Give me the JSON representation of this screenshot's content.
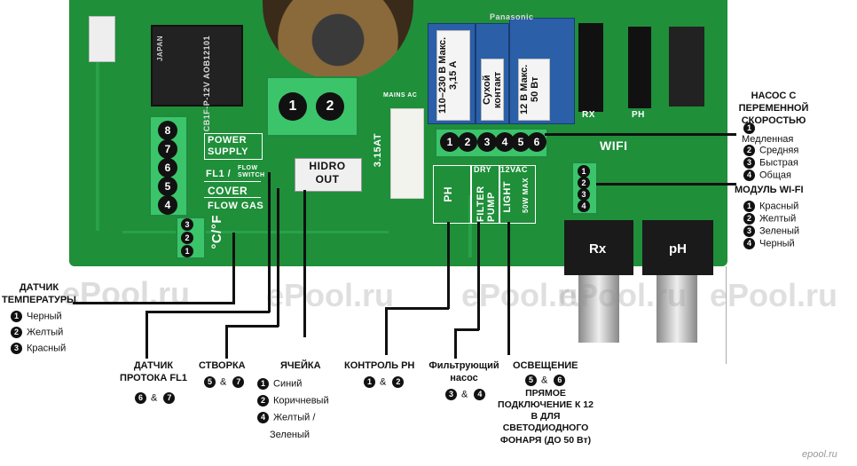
{
  "board": {
    "power_supply": "POWER SUPPLY",
    "fl1": "FL1 /",
    "flow_switch": "FLOW SWITCH",
    "cover": "COVER",
    "flow_gas": "FLOW GAS",
    "hidro_out": "HIDRO OUT",
    "fuse_label": "3.15AT",
    "mains_ac": "MAINS AC",
    "ph": "PH",
    "dry": "DRY",
    "vac": "12VAC",
    "filter_pump": "FILTER PUMP",
    "light": "LIGHT",
    "max50w": "50W MAX",
    "wifi": "WIFI",
    "rx": "RX",
    "ph_header": "PH",
    "bnc_rx": "Rx",
    "bnc_ph": "pH",
    "celsius": "°C/°F",
    "relay_black_1": "CB1F-P-12V AOB12101",
    "relay_text_1": "110–230 В Макс. 3,15 А",
    "relay_text_2": "Сухой контакт",
    "relay_text_3": "12 В Макс. 50 Вт",
    "panasonic": "Panasonic",
    "japan": "JAPAN",
    "hidro_pins": [
      "1",
      "2"
    ],
    "out_pins": [
      "1",
      "2",
      "3",
      "4",
      "5",
      "6"
    ],
    "left_pins": [
      "8",
      "7",
      "6",
      "5",
      "4"
    ],
    "temp_pins": [
      "3",
      "2",
      "1"
    ],
    "wifi_pins": [
      "1",
      "2",
      "3",
      "4"
    ]
  },
  "watermarks": [
    "ePool.ru",
    "ePool.ru",
    "ePool.ru",
    "ePool.ru",
    "ePool.ru"
  ],
  "corner_logo": "epool.ru",
  "pump": {
    "title": "НАСОС С ПЕРЕМЕННОЙ СКОРОСТЬЮ",
    "items": [
      {
        "n": "1",
        "text": "Медленная"
      },
      {
        "n": "2",
        "text": "Средняя"
      },
      {
        "n": "3",
        "text": "Быстрая"
      },
      {
        "n": "4",
        "text": "Общая"
      }
    ]
  },
  "wifi_module": {
    "title": "МОДУЛЬ WI-FI",
    "items": [
      {
        "n": "1",
        "text": "Красный"
      },
      {
        "n": "2",
        "text": "Желтый"
      },
      {
        "n": "3",
        "text": "Зеленый"
      },
      {
        "n": "4",
        "text": "Черный"
      }
    ]
  },
  "temp_sensor": {
    "title": "ДАТЧИК ТЕМПЕРАТУРЫ",
    "items": [
      {
        "n": "1",
        "text": "Черный"
      },
      {
        "n": "2",
        "text": "Желтый"
      },
      {
        "n": "3",
        "text": "Красный"
      }
    ]
  },
  "flow_sensor": {
    "title": "ДАТЧИК ПРОТОКА FL1",
    "pins": "6 & 7",
    "p1": "6",
    "p2": "7",
    "amp": "&"
  },
  "cover_label": {
    "title": "СТВОРКА",
    "p1": "5",
    "p2": "7",
    "amp": "&"
  },
  "cell": {
    "title": "ЯЧЕЙКА",
    "items": [
      {
        "n": "1",
        "text": "Синий"
      },
      {
        "n": "2",
        "text": "Коричневый"
      },
      {
        "n": "4",
        "text": "Желтый /"
      }
    ],
    "extra": "Зеленый"
  },
  "ph_control": {
    "title": "КОНТРОЛЬ PH",
    "p1": "1",
    "p2": "2",
    "amp": "&"
  },
  "filter_pump_label": {
    "title": "Фильтрующий насос",
    "p1": "3",
    "p2": "4",
    "amp": "&"
  },
  "lighting": {
    "title": "ОСВЕЩЕНИЕ",
    "p1": "5",
    "p2": "6",
    "amp": "&",
    "desc": "ПРЯМОЕ ПОДКЛЮЧЕНИЕ К 12 В ДЛЯ СВЕТОДИОДНОГО ФОНАРЯ (ДО 50 Вт)"
  }
}
